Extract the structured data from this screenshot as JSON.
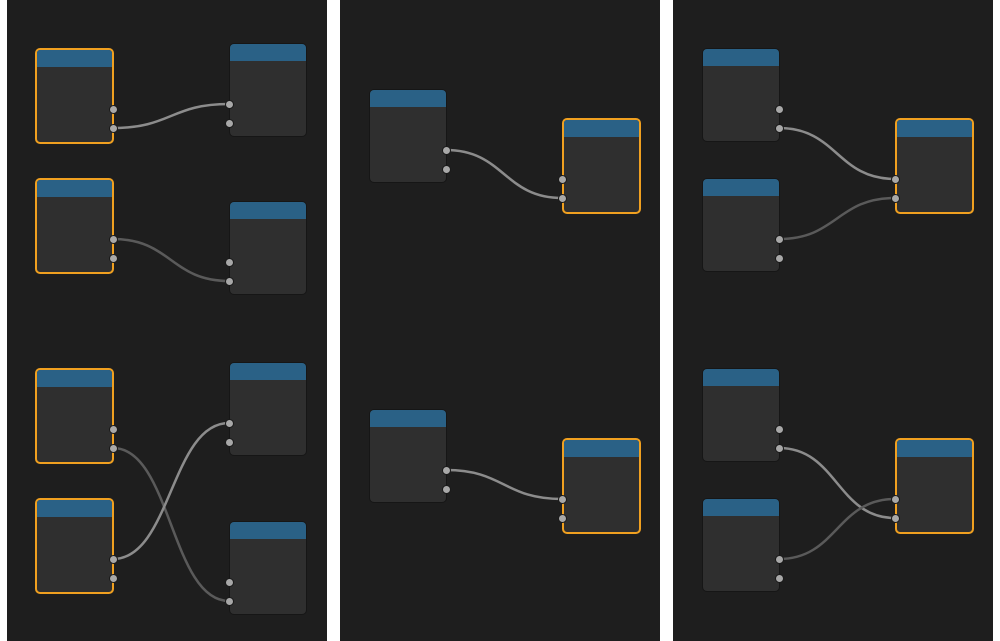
{
  "colors": {
    "panel_bg": "#1e1e1e",
    "node_body": "#2f2f2f",
    "node_header": "#2a6186",
    "selected_outline": "#f0a020",
    "socket": "#a8a8a8",
    "wire_bright": "#8c8c8c",
    "wire_dim": "#5a5a5a"
  },
  "panels": [
    {
      "id": "panel-1",
      "name": "node-editor-panel-left"
    },
    {
      "id": "panel-2",
      "name": "node-editor-panel-middle"
    },
    {
      "id": "panel-3",
      "name": "node-editor-panel-right"
    }
  ]
}
